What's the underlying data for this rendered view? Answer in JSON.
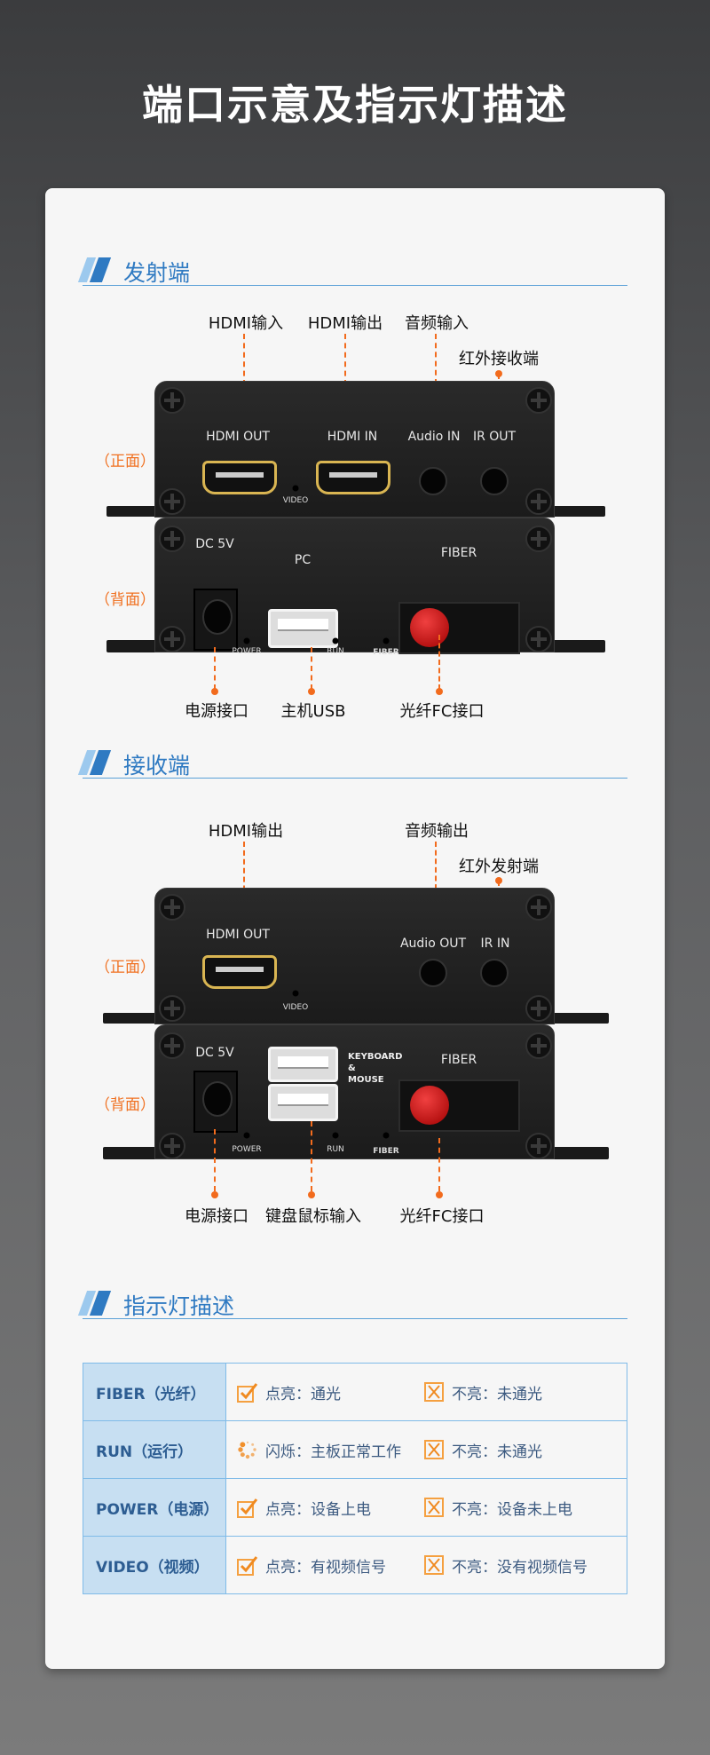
{
  "title": "端口示意及指示灯描述",
  "sections": {
    "tx": "发射端",
    "rx": "接收端",
    "led": "指示灯描述"
  },
  "side": {
    "front": "（正面）",
    "back": "（背面）"
  },
  "tx": {
    "top_labels": [
      "HDMI输入",
      "HDMI输出",
      "音频输入",
      "红外接收端"
    ],
    "bottom_labels": [
      "电源接口",
      "主机USB",
      "光纤FC接口"
    ],
    "front_ports": {
      "hdmi_out": "HDMI OUT",
      "hdmi_in": "HDMI IN",
      "audio": "Audio IN",
      "ir": "IR OUT",
      "video": "VIDEO"
    },
    "back_ports": {
      "dc": "DC 5V",
      "pc": "PC",
      "fiber": "FIBER",
      "power": "POWER",
      "run": "RUN",
      "fiber_led": "FIBER"
    }
  },
  "rx": {
    "top_labels": [
      "HDMI输出",
      "音频输出",
      "红外发射端"
    ],
    "bottom_labels": [
      "电源接口",
      "键盘鼠标输入",
      "光纤FC接口"
    ],
    "front_ports": {
      "hdmi_out": "HDMI OUT",
      "audio": "Audio OUT",
      "ir": "IR IN",
      "video": "VIDEO"
    },
    "back_ports": {
      "dc": "DC 5V",
      "km1": "KEYBOARD",
      "km2": "&",
      "km3": "MOUSE",
      "fiber": "FIBER",
      "power": "POWER",
      "run": "RUN",
      "fiber_led": "FIBER"
    }
  },
  "led_table": [
    {
      "name": "FIBER（光纤）",
      "on_icon": "check-icon",
      "on": "点亮：通光",
      "off": "不亮：未通光"
    },
    {
      "name": "RUN（运行）",
      "on_icon": "blink-icon",
      "on": "闪烁：主板正常工作",
      "off": "不亮：未通光"
    },
    {
      "name": "POWER（电源）",
      "on_icon": "check-icon",
      "on": "点亮：设备上电",
      "off": "不亮：设备未上电"
    },
    {
      "name": "VIDEO（视频）",
      "on_icon": "check-icon",
      "on": "点亮：有视频信号",
      "off": "不亮：没有视频信号"
    }
  ],
  "colors": {
    "accent": "#2f7ac2",
    "orange": "#f26b1d",
    "table_head": "#c7dff2"
  }
}
